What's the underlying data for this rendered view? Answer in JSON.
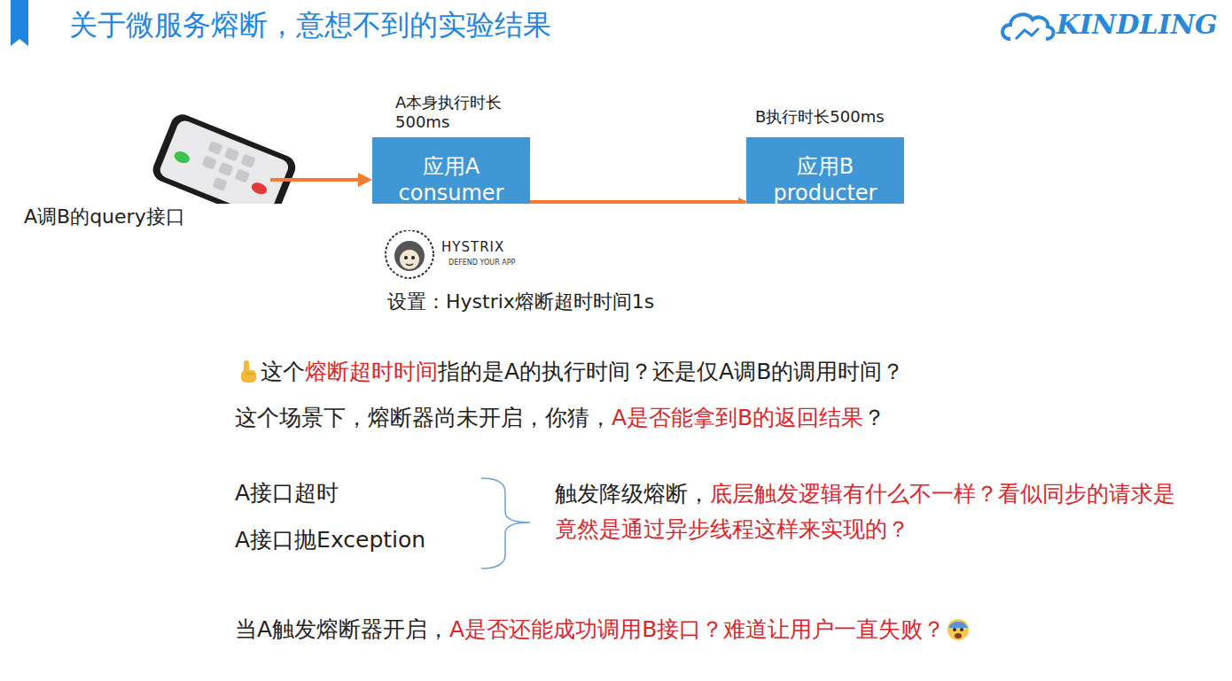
{
  "diagram": {
    "title": "关于微服务熔断，意想不到的实验结果",
    "nodes": [
      {
        "text": [
          "A本身执行时长 500ms",
          "应用A consumer"
        ]
      },
      {
        "text": [
          "B执行时长500ms",
          "应用B producter"
        ]
      }
    ],
    "edges": [
      {
        "from": 0,
        "to": 1,
        "label": "A调B的query接口",
        "arrow": "to"
      }
    ],
    "labels": [
      "KINDLING",
      "HYSTRIX",
      "DEFEND YOUR APP",
      "设置：Hystrix熔断超时时间1s",
      "这个",
      "熔断超时时间",
      "指的是A的执行时间？还是仅A调B的调用时间？",
      "这个场景下，熔断器尚未开启，你猜，",
      "A是否能拿到B的返回结果",
      "？",
      "A接口超时",
      "A接口抛Exception",
      "触发降级熔断，",
      "底层触发逻辑有什么不一样？看似同步的请求是竟然是通过异步线程这样来实现的？",
      "当A触发熔断器开启，",
      "A是否还能成功调用B接口？难道让用户一直失败？"
    ]
  }
}
